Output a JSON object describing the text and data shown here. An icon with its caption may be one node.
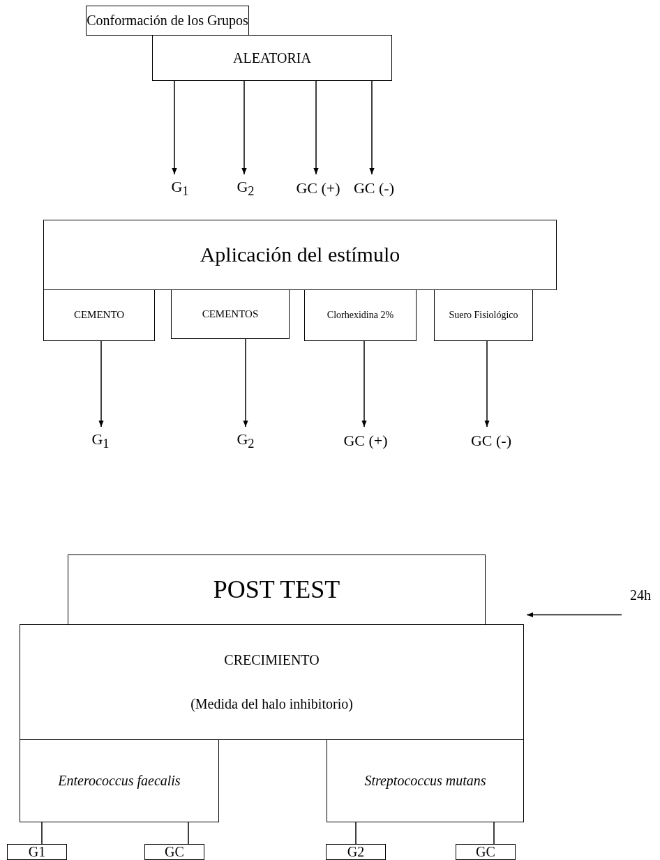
{
  "diagram": {
    "nodes": [
      {
        "text": [
          "Conformación de los Grupos"
        ]
      },
      {
        "text": [
          "ALEATORIA"
        ]
      },
      {
        "text": [
          "G$_{1}$"
        ]
      },
      {
        "text": [
          "G$_{2}$"
        ]
      },
      {
        "text": [
          "GC (+)"
        ]
      },
      {
        "text": [
          "GC (-)"
        ]
      },
      {
        "text": [
          "Aplicación del estímulo"
        ]
      },
      {
        "text": [
          "CEMENTO"
        ]
      },
      {
        "text": [
          "CEMENTOS"
        ]
      },
      {
        "text": [
          "Clorhexidina 2%"
        ]
      },
      {
        "text": [
          "Suero Fisiológico"
        ]
      },
      {
        "text": [
          "G$_{1}$"
        ]
      },
      {
        "text": [
          "G$_{2}$"
        ]
      },
      {
        "text": [
          "GC (+)"
        ]
      },
      {
        "text": [
          "GC (-)"
        ]
      },
      {
        "text": [
          "POST TEST"
        ]
      },
      {
        "text": [
          "CRECIMIENTO",
          "(Medida del halo inhibitorio)"
        ]
      },
      {
        "text": [
          "24h"
        ]
      },
      {
        "text": [
          "Enterococcus faecalis"
        ]
      },
      {
        "text": [
          "Streptococcus mutans"
        ]
      },
      {
        "text": [
          "G1"
        ]
      },
      {
        "text": [
          "GC"
        ]
      },
      {
        "text": [
          "G2"
        ]
      },
      {
        "text": [
          "GC"
        ]
      }
    ],
    "edges": [
      {
        "from": 1,
        "to": 2,
        "arrow": "to"
      },
      {
        "from": 1,
        "to": 3,
        "arrow": "to"
      },
      {
        "from": 1,
        "to": 4,
        "arrow": "to"
      },
      {
        "from": 1,
        "to": 5,
        "arrow": "to"
      },
      {
        "from": 7,
        "to": 11,
        "arrow": "to"
      },
      {
        "from": 8,
        "to": 12,
        "arrow": "to"
      },
      {
        "from": 9,
        "to": 13,
        "arrow": "to"
      },
      {
        "from": 10,
        "to": 14,
        "arrow": "to"
      },
      {
        "from": 17,
        "to": 16,
        "arrow": "to"
      },
      {
        "from": 18,
        "to": 20,
        "arrow": "none"
      },
      {
        "from": 18,
        "to": 21,
        "arrow": "none"
      },
      {
        "from": 19,
        "to": 22,
        "arrow": "none"
      },
      {
        "from": 19,
        "to": 23,
        "arrow": "none"
      }
    ]
  }
}
